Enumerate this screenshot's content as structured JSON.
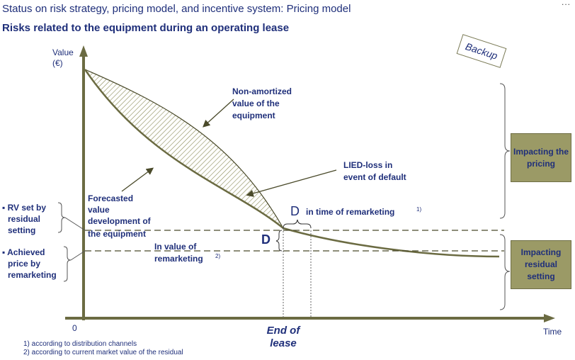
{
  "header": {
    "title": "Status on risk strategy, pricing model, and incentive system: Pricing model",
    "subtitle": "Risks related to the equipment during an operating lease",
    "menu": "..."
  },
  "badge": "Backup",
  "chart_data": {
    "type": "diagram",
    "axes": {
      "y_label_line1": "Value",
      "y_label_line2": "(€)",
      "x_label": "Time",
      "origin": "0"
    },
    "curves": [
      "Non-amortized value of the equipment",
      "Forecasted value development of the equipment"
    ],
    "labels": {
      "non_amortized": [
        "Non-amortized",
        "value of the",
        "equipment"
      ],
      "lied": [
        "LIED-loss in",
        "event of default"
      ],
      "forecasted": [
        "Forecasted",
        "value",
        "development of",
        "the equipment"
      ],
      "in_value": [
        "In value of",
        "remarketing"
      ],
      "in_value_sup": "2)",
      "delta_time": "D",
      "delta_time_text": "in time of remarketing",
      "delta_time_sup": "1)",
      "delta_value": "D",
      "end_of_lease": [
        "End of",
        "lease"
      ]
    },
    "left_labels": {
      "rv": [
        "▪ RV set  by",
        "residual",
        "setting"
      ],
      "achieved": [
        "▪ Achieved",
        "price by",
        "remarketing"
      ]
    }
  },
  "right_boxes": {
    "pricing": "Impacting the pricing",
    "residual": "Impacting residual setting"
  },
  "footnotes": {
    "f1": "1) according to distribution channels",
    "f2": "2) according  to current market  value of the residual"
  }
}
